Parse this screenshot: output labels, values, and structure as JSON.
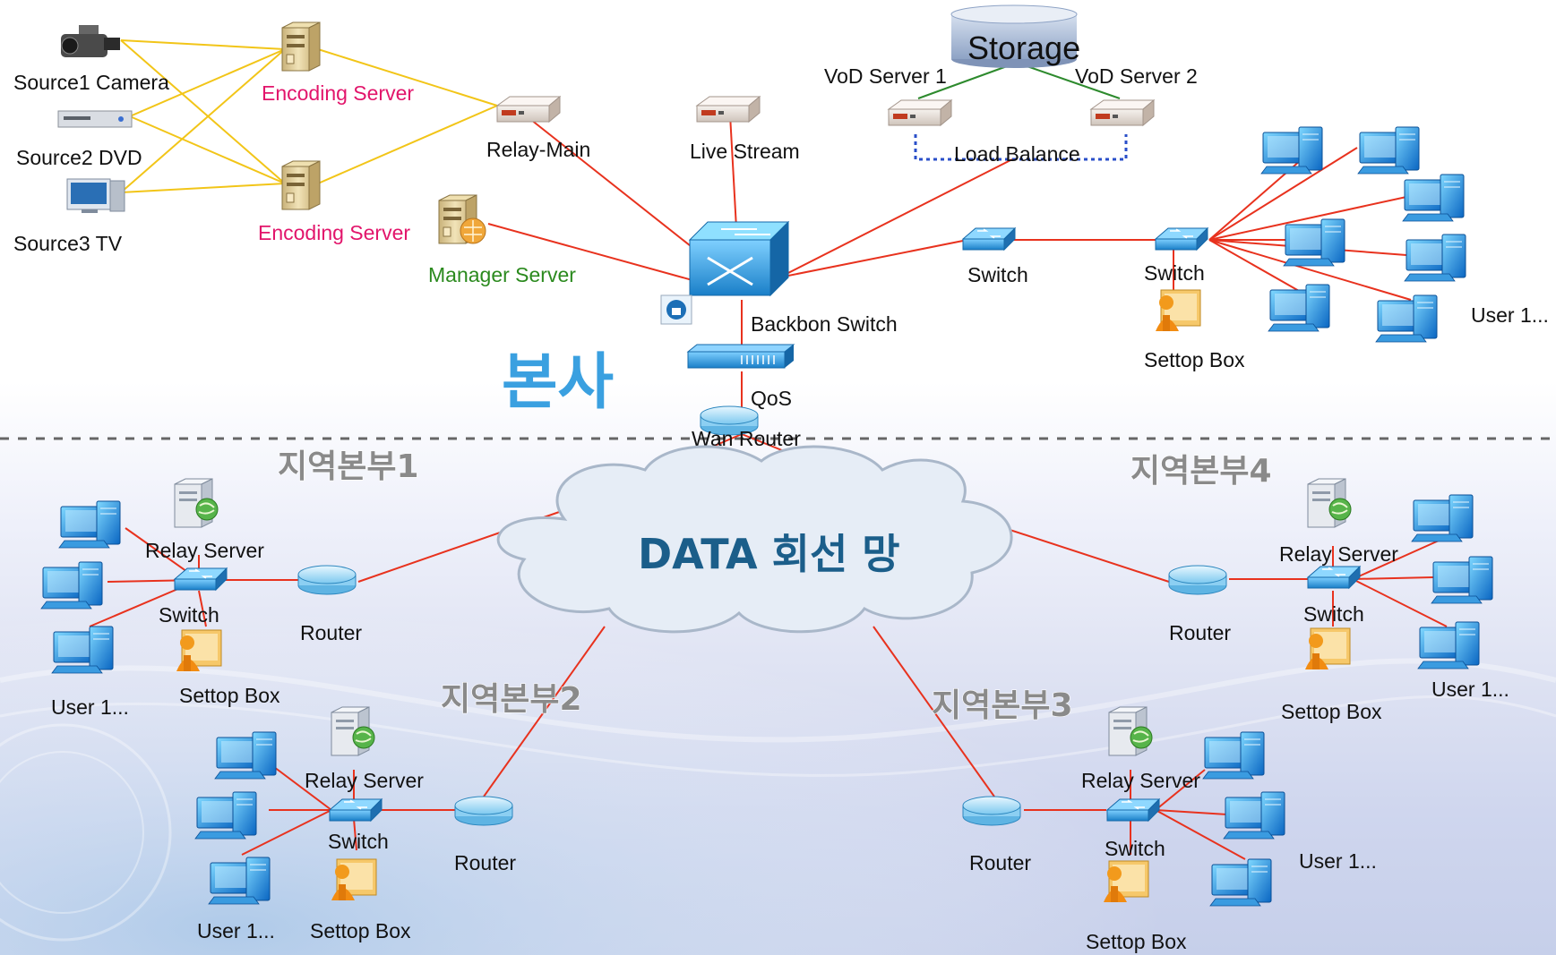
{
  "hq_label": "본사",
  "cloud_label": "DATA 회선 망",
  "sources": {
    "camera": "Source1 Camera",
    "dvd": "Source2 DVD",
    "tv": "Source3 TV"
  },
  "servers": {
    "encoding_1": "Encoding Server",
    "encoding_2": "Encoding Server",
    "manager": "Manager Server",
    "relay_main": "Relay-Main",
    "live_stream": "Live Stream",
    "storage": "Storage",
    "vod_1": "VoD Server 1",
    "vod_2": "VoD Server 2",
    "load_balance": "Load Balance"
  },
  "core": {
    "backbone_switch": "Backbon Switch",
    "qos": "QoS",
    "wan_router": "Wan Router",
    "switch_1": "Switch",
    "switch_2": "Switch",
    "settop_box": "Settop Box",
    "user": "User 1..."
  },
  "regions": [
    {
      "name": "지역본부1",
      "relay": "Relay Server",
      "switch": "Switch",
      "router": "Router",
      "settop": "Settop Box",
      "user": "User 1..."
    },
    {
      "name": "지역본부2",
      "relay": "Relay Server",
      "switch": "Switch",
      "router": "Router",
      "settop": "Settop Box",
      "user": "User 1..."
    },
    {
      "name": "지역본부3",
      "relay": "Relay Server",
      "switch": "Switch",
      "router": "Router",
      "settop": "Settop Box",
      "user": "User 1..."
    },
    {
      "name": "지역본부4",
      "relay": "Relay Server",
      "switch": "Switch",
      "router": "Router",
      "settop": "Settop Box",
      "user": "User 1..."
    }
  ]
}
